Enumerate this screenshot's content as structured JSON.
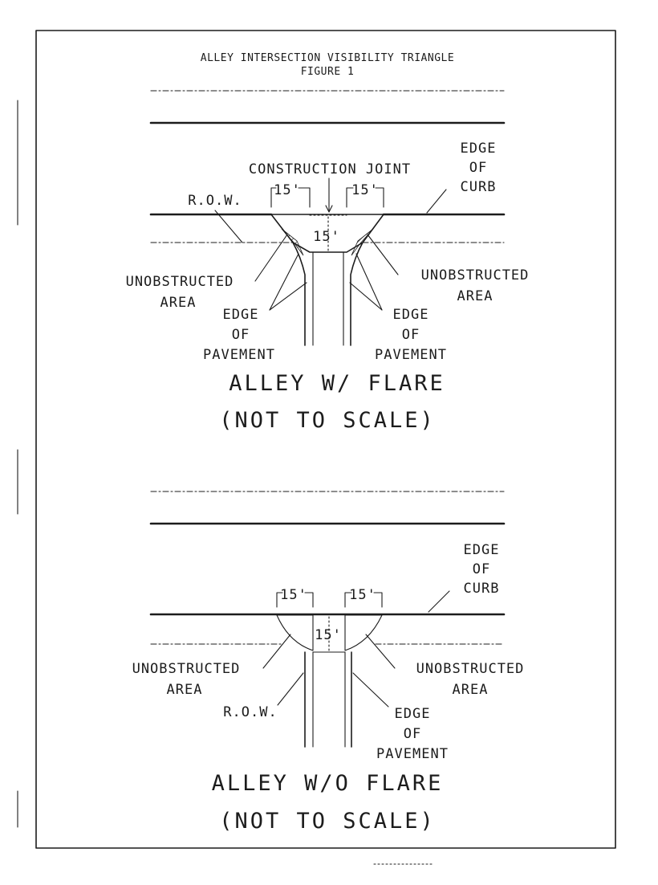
{
  "title": "ALLEY INTERSECTION VISIBILITY TRIANGLE",
  "figure_label": "FIGURE 1",
  "flare": {
    "construction_joint": "CONSTRUCTION JOINT",
    "edge_of_curb": [
      "EDGE",
      "OF",
      "CURB"
    ],
    "row": "R.O.W.",
    "dim_left": "15'",
    "dim_right": "15'",
    "dim_depth": "15'",
    "unobstructed_left": [
      "UNOBSTRUCTED",
      "AREA"
    ],
    "unobstructed_right": [
      "UNOBSTRUCTED",
      "AREA"
    ],
    "edge_pavement_left": [
      "EDGE",
      "OF",
      "PAVEMENT"
    ],
    "edge_pavement_right": [
      "EDGE",
      "OF",
      "PAVEMENT"
    ],
    "caption": "ALLEY W/ FLARE",
    "scale_note": "(NOT TO SCALE)"
  },
  "no_flare": {
    "edge_of_curb": [
      "EDGE",
      "OF",
      "CURB"
    ],
    "dim_left": "15'",
    "dim_right": "15'",
    "dim_depth": "15'",
    "unobstructed_left": [
      "UNOBSTRUCTED",
      "AREA"
    ],
    "unobstructed_right": [
      "UNOBSTRUCTED",
      "AREA"
    ],
    "row": "R.O.W.",
    "edge_pavement": [
      "EDGE",
      "OF",
      "PAVEMENT"
    ],
    "caption": "ALLEY W/O FLARE",
    "scale_note": "(NOT TO SCALE)"
  }
}
